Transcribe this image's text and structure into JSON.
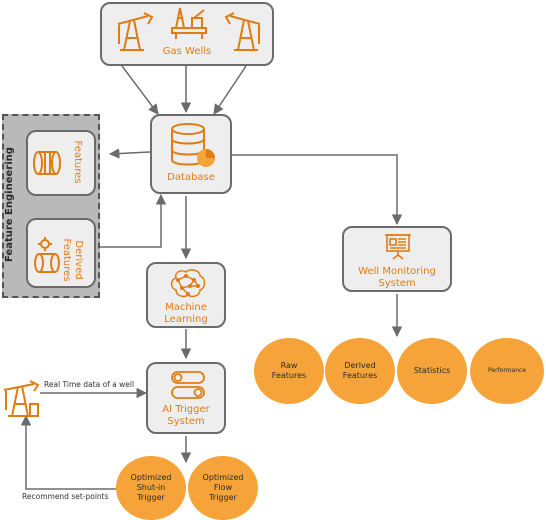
{
  "colors": {
    "accent": "#e07c14",
    "circle": "#f6a43a",
    "box_fill": "#eeeeee",
    "panel_fill": "#b9b9b9",
    "line": "#6b6b6b"
  },
  "nodes": {
    "gas_wells": {
      "label": "Gas Wells",
      "icons": [
        "oil-pumpjack-icon",
        "offshore-rig-icon",
        "oil-pumpjack-icon"
      ]
    },
    "database": {
      "label": "Database",
      "icon": "database-icon"
    },
    "feature_engineering": {
      "label": "Feature Engineering"
    },
    "features": {
      "label": "Features",
      "icon": "cylinder-icon"
    },
    "derived_features": {
      "label": "Derived\nFeatures",
      "icon": "gear-cylinder-icon"
    },
    "machine_learning": {
      "label": "Machine\nLearning",
      "icon": "brain-network-icon"
    },
    "ai_trigger": {
      "label": "AI Trigger\nSystem",
      "icon": "toggle-switch-icon"
    },
    "well_monitoring": {
      "label": "Well Monitoring\nSystem",
      "icon": "presentation-board-icon"
    }
  },
  "monitoring_outputs": [
    "Raw\nFeatures",
    "Derived\nFeatures",
    "Statistics",
    "Performance"
  ],
  "trigger_outputs": [
    "Optimized\nShut-in\nTrigger",
    "Optimized\nFlow\nTrigger"
  ],
  "edge_labels": {
    "realtime": "Real Time data of a well",
    "recommend": "Recommend set-points"
  },
  "well_icon": "oil-pumpjack-icon"
}
